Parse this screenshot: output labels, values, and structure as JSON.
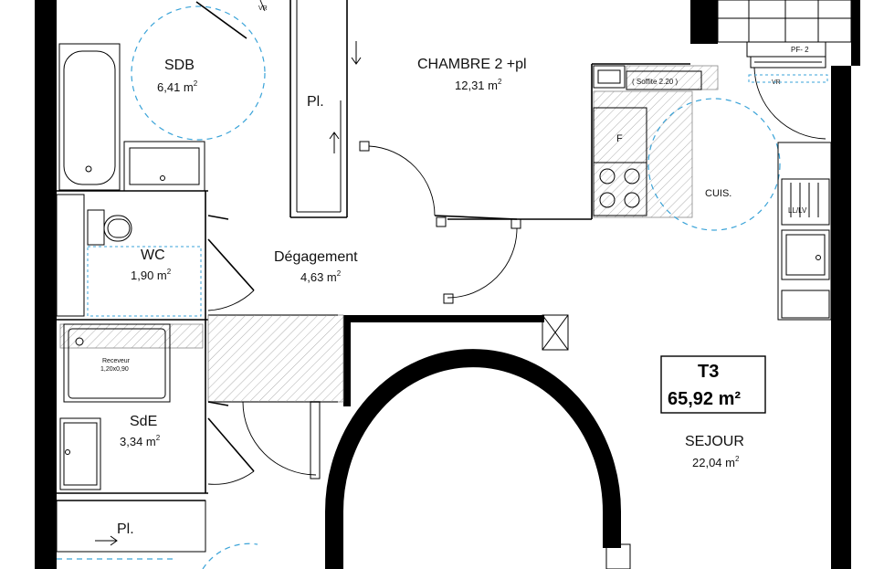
{
  "rooms": {
    "sdb": {
      "name": "SDB",
      "area": "6,41 m",
      "unit_exp": "2"
    },
    "chambre2": {
      "name": "CHAMBRE 2 +pl",
      "area": "12,31 m",
      "unit_exp": "2"
    },
    "wc": {
      "name": "WC",
      "area": "1,90 m",
      "unit_exp": "2"
    },
    "degagement": {
      "name": "Dégagement",
      "area": "4,63 m",
      "unit_exp": "2"
    },
    "sde": {
      "name": "SdE",
      "area": "3,34 m",
      "unit_exp": "2"
    },
    "sejour": {
      "name": "SEJOUR",
      "area": "22,04 m",
      "unit_exp": "2"
    },
    "cuisine": {
      "name": "CUIS."
    }
  },
  "apartment": {
    "type": "T3",
    "total_area": "65,92 m²"
  },
  "labels": {
    "placard_top": "Pl.",
    "placard_bottom": "Pl.",
    "soffite": "( Soffite 2.20 )",
    "fridge": "F",
    "pf": "PF- 2",
    "vr_top": "VR",
    "vr_right": "VR",
    "lllv": "LL/LV",
    "receveur_line1": "Receveur",
    "receveur_line2": "1,20x0,90"
  },
  "colors": {
    "wall": "#000000",
    "turning_circle": "#3aa3d8",
    "hatch": "#9a9a9a"
  }
}
